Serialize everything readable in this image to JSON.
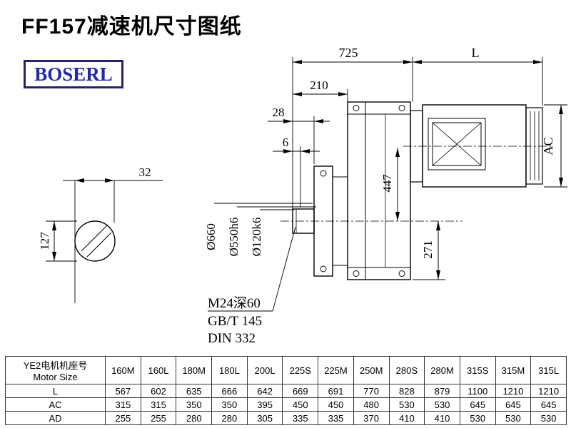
{
  "title": "FF157减速机尺寸图纸",
  "logo": "BOSERL",
  "colors": {
    "logo_text": "#2228aa",
    "logo_border": "#232366",
    "line": "#000000"
  },
  "drawing": {
    "dim_725": "725",
    "dim_L": "L",
    "dim_210": "210",
    "dim_28": "28",
    "dim_6": "6",
    "dim_AC": "AC",
    "dim_447": "447",
    "dim_271": "271",
    "dim_32": "32",
    "dim_127": "127",
    "dia_flange": "Ø660",
    "dia_spigot": "Ø550h6",
    "dia_shaft": "Ø120k6",
    "note_thread": "M24深60",
    "note_gb": "GB/T 145",
    "note_din": "DIN 332"
  },
  "table": {
    "header_line1": "YE2电机机座号",
    "header_line2": "Motor Size",
    "sizes": [
      "160M",
      "160L",
      "180M",
      "180L",
      "200L",
      "225S",
      "225M",
      "250M",
      "280S",
      "280M",
      "315S",
      "315M",
      "315L"
    ],
    "rows": [
      {
        "label": "L",
        "values": [
          567,
          602,
          635,
          666,
          642,
          669,
          691,
          770,
          828,
          879,
          1100,
          1210,
          1210
        ]
      },
      {
        "label": "AC",
        "values": [
          315,
          315,
          350,
          350,
          395,
          450,
          450,
          480,
          530,
          530,
          645,
          645,
          645
        ]
      },
      {
        "label": "AD",
        "values": [
          255,
          255,
          280,
          280,
          305,
          335,
          335,
          370,
          410,
          410,
          530,
          530,
          530
        ]
      }
    ]
  }
}
